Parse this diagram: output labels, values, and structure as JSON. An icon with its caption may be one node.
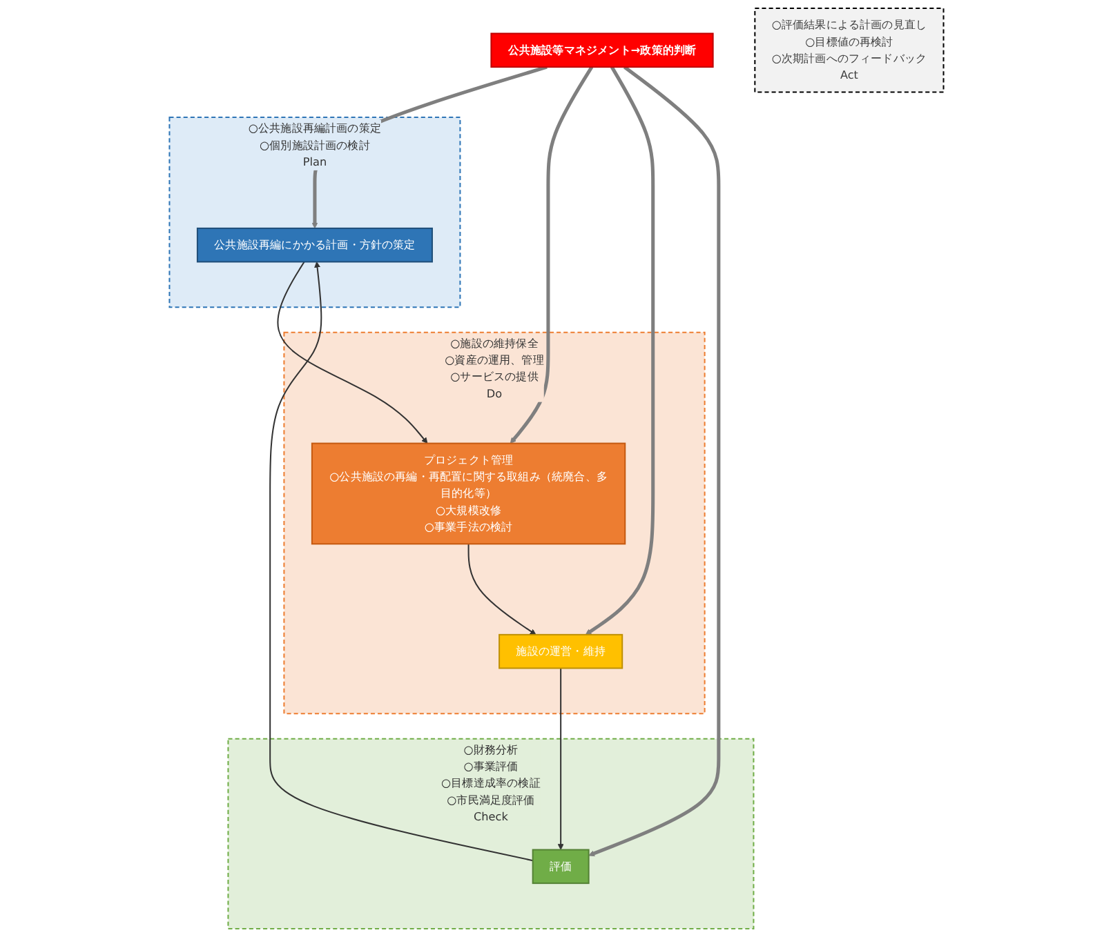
{
  "diagram": {
    "nodes": [
      {
        "text": [
          "○評価結果による計画の見直し",
          "○目標値の再検討",
          "○次期計画へのフィードバック",
          "Act"
        ]
      },
      {
        "text": [
          "○公共施設再編計画の策定",
          "○個別施設計画の検討",
          "Plan"
        ]
      },
      {
        "text": [
          "公共施設再編にかかる計画・方針の策定"
        ],
        "in": 1
      },
      {
        "text": [
          "○財務分析",
          "○事業評価",
          "○目標達成率の検証",
          "○市民満足度評価",
          "Check"
        ]
      },
      {
        "text": [
          "評価"
        ],
        "in": 3
      },
      {
        "text": [
          "公共施設等マネジメント→政策的判断"
        ]
      },
      {
        "text": [
          "○施設の維持保全",
          "○資産の運用、管理",
          "○サービスの提供",
          "Do"
        ]
      },
      {
        "text": [
          "プロジェクト管理",
          "○公共施設の再編・再配置に関する取組み（統廃合、多目的化等）",
          "○大規模改修",
          "○事業手法の検討"
        ],
        "in": 6
      },
      {
        "text": [
          "施設の運営・維持"
        ],
        "in": 6
      }
    ],
    "edges": [
      {
        "from": 2,
        "to": 7,
        "arrow": "to"
      },
      {
        "from": 7,
        "to": 8,
        "arrow": "to"
      },
      {
        "from": 8,
        "to": 4,
        "arrow": "to"
      },
      {
        "from": 4,
        "to": 2,
        "arrow": "to"
      },
      {
        "from": 5,
        "to": 2,
        "arrow": "to",
        "style": "thick",
        "color": "#7f7f7f"
      },
      {
        "from": 5,
        "to": 7,
        "arrow": "to",
        "style": "thick",
        "color": "#7f7f7f"
      },
      {
        "from": 5,
        "to": 8,
        "arrow": "to",
        "style": "thick",
        "color": "#7f7f7f"
      },
      {
        "from": 5,
        "to": 4,
        "arrow": "to",
        "style": "thick",
        "color": "#7f7f7f"
      }
    ]
  }
}
